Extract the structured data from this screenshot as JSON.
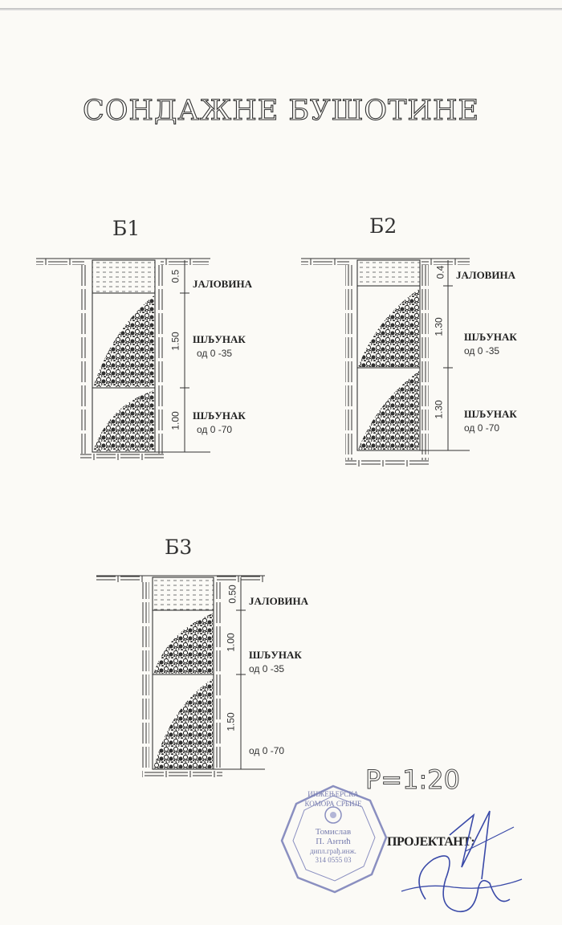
{
  "title": "СОНДАЖНЕ БУШОТИНЕ",
  "wells": [
    {
      "id": "Б1",
      "layers": [
        {
          "name": "ЈАЛОВИНА",
          "thickness": "0.5",
          "fraction": ""
        },
        {
          "name": "ШЉУНАК",
          "thickness": "1.50",
          "fraction": "од 0 -35"
        },
        {
          "name": "ШЉУНАК",
          "thickness": "1.00",
          "fraction": "од 0 -70"
        }
      ]
    },
    {
      "id": "Б2",
      "layers": [
        {
          "name": "ЈАЛОВИНА",
          "thickness": "0.4",
          "fraction": ""
        },
        {
          "name": "ШЉУНАК",
          "thickness": "1.30",
          "fraction": "од 0 -35"
        },
        {
          "name": "ШЉУНАК",
          "thickness": "1.30",
          "fraction": "од 0 -70"
        }
      ]
    },
    {
      "id": "Б3",
      "layers": [
        {
          "name": "ЈАЛОВИНА",
          "thickness": "0.50",
          "fraction": ""
        },
        {
          "name": "ШЉУНАК",
          "thickness": "1.00",
          "fraction": "од 0 -35"
        },
        {
          "name": "",
          "thickness": "1.50",
          "fraction": "од 0 -70"
        }
      ]
    }
  ],
  "scale": "Р=1:20",
  "designer_label": "ПРОЈЕКТАНТ:",
  "seal": {
    "ring_text": "ИНЖЕЊЕРСКА КОМОРА СРБИЈЕ",
    "name": "Томислав",
    "surname": "П. Антић",
    "title": "дипл.грађ.инж.",
    "license": "314 0555 03"
  },
  "colors": {
    "ink": "#222222",
    "seal": "#7a7fb0",
    "signature": "#3a4aa8"
  }
}
